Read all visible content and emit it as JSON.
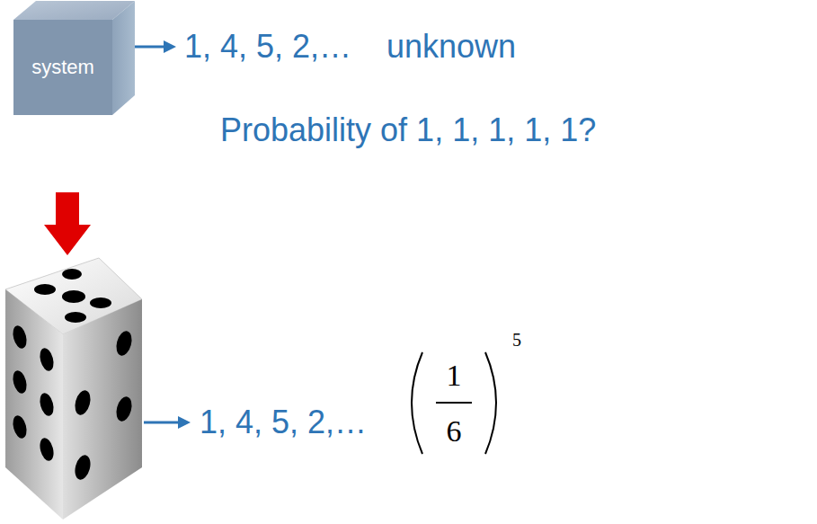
{
  "diagram": {
    "nodes": [
      {
        "text": [
          "system"
        ]
      }
    ],
    "labels": [
      "1, 4, 5, 2,…",
      "unknown",
      "Probability of 1, 1, 1, 1, 1?",
      "1, 4, 5, 2,…",
      "1",
      "6",
      "5"
    ]
  }
}
